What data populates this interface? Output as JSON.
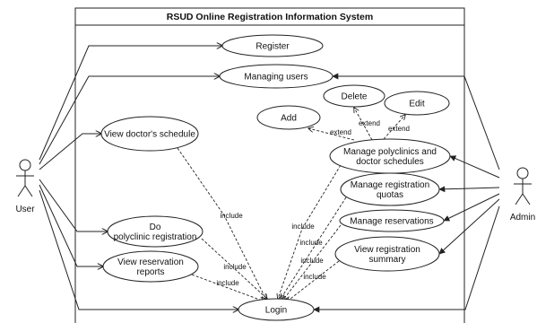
{
  "system": {
    "title": "RSUD Online Registration Information System"
  },
  "actors": {
    "user": "User",
    "admin": "Admin"
  },
  "use_cases": {
    "register": [
      "Register"
    ],
    "managing_users": [
      "Managing users"
    ],
    "delete": [
      "Delete"
    ],
    "edit": [
      "Edit"
    ],
    "add": [
      "Add"
    ],
    "view_doctors_schedule": [
      "View doctor's schedule"
    ],
    "manage_polyclinics": [
      "Manage polyclinics and",
      "doctor schedules"
    ],
    "manage_quotas": [
      "Manage registration",
      "quotas"
    ],
    "manage_reservations": [
      "Manage reservations"
    ],
    "view_summary": [
      "View registration",
      "summary"
    ],
    "do_polyclinic_registration": [
      "Do",
      "polyclinic registration"
    ],
    "view_reservation_reports": [
      "View reservation",
      "reports"
    ],
    "login": [
      "Login"
    ]
  },
  "relation_labels": {
    "include": "include",
    "extend": "extend"
  }
}
